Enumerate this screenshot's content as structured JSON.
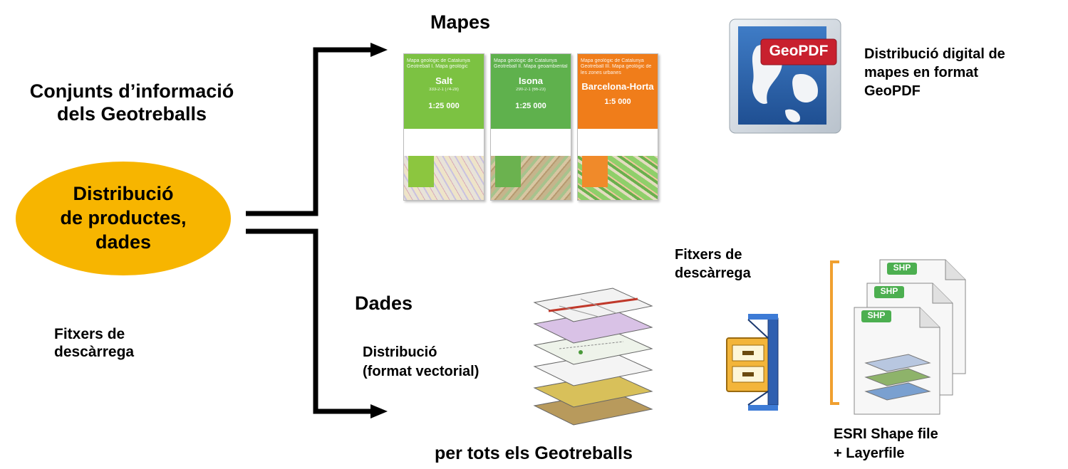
{
  "left_panel": {
    "title_line1": "Conjunts d’informació",
    "title_line2": "dels Geotreballs",
    "ellipse_line1": "Distribució",
    "ellipse_line2": "de productes,",
    "ellipse_line3": "dades",
    "downloads_line1": "Fitxers de",
    "downloads_line2": "descàrrega"
  },
  "maps_section": {
    "title": "Mapes",
    "cards": [
      {
        "header": "Mapa geològic de Catalunya",
        "subheader": "Geotreball I. Mapa geològic",
        "name": "Salt",
        "sheet": "333-2-1 (74-28)",
        "scale": "1:25 000",
        "color": "#7cc242"
      },
      {
        "header": "Mapa geològic de Catalunya",
        "subheader": "Geotreball II. Mapa geoambiental",
        "name": "Isona",
        "sheet": "290-2-1 (66-23)",
        "scale": "1:25 000",
        "color": "#5fb14d"
      },
      {
        "header": "Mapa geològic de Catalunya",
        "subheader": "Geotreball III. Mapa geològic de les zones urbanes",
        "name": "Barcelona-Horta",
        "sheet": "",
        "scale": "1:5 000",
        "color": "#f07d1a"
      }
    ],
    "geopdf_badge": "GeoPDF",
    "geopdf_desc_line1": "Distribució digital de",
    "geopdf_desc_line2": "mapes en format",
    "geopdf_desc_line3": "GeoPDF"
  },
  "data_section": {
    "title": "Dades",
    "format_line1": "Distribució",
    "format_line2": "(format vectorial)",
    "downloads_line1": "Fitxers de",
    "downloads_line2": "descàrrega",
    "shp_badge": "SHP",
    "esri_line1": "ESRI Shape file",
    "esri_line2": "+ Layerfile"
  },
  "footer": {
    "caption": "per tots els Geotreballs"
  },
  "colors": {
    "ellipse": "#f7b500",
    "bracket": "#f0a030",
    "shp_badge": "#4caf50"
  }
}
